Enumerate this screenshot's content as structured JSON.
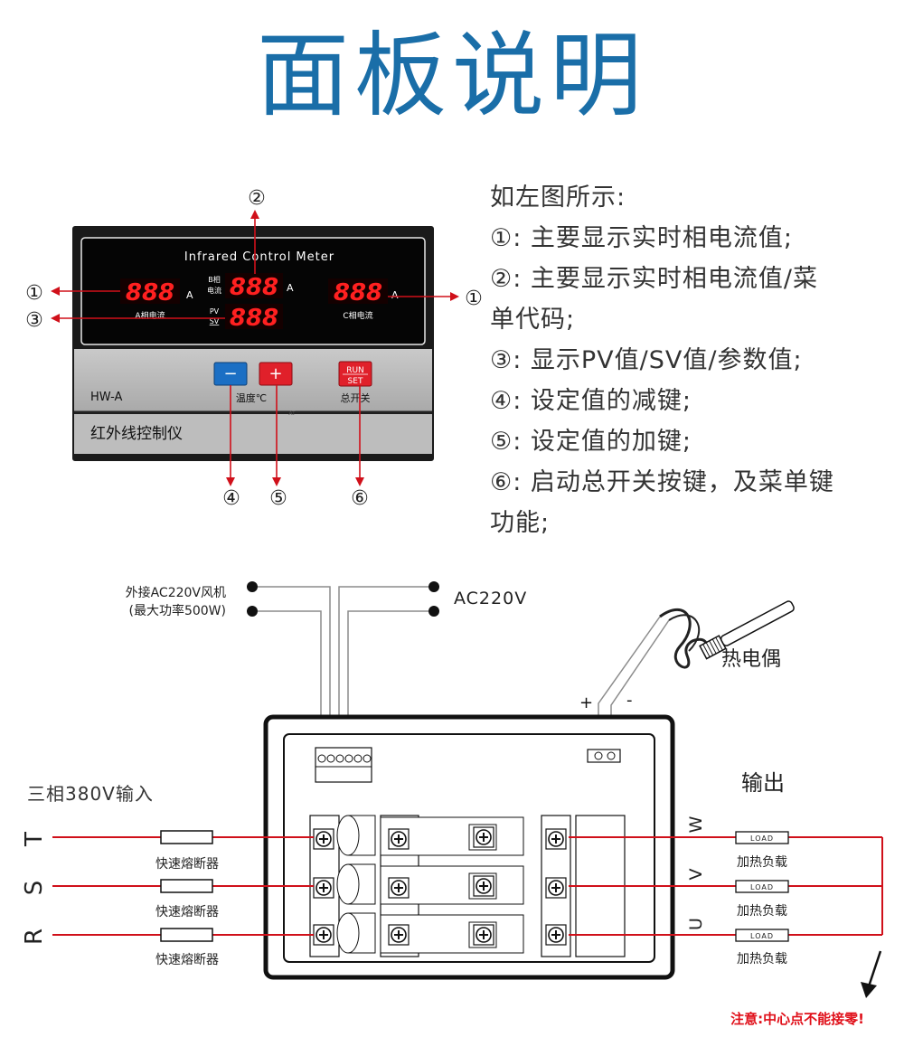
{
  "title": "面板说明",
  "panel": {
    "meter_title": "Infrared Control Meter",
    "seg_a": "888",
    "seg_b": "888",
    "seg_pv": "888",
    "seg_c": "888",
    "unit_a": "A",
    "label_a": "A相电流",
    "label_b1": "B相",
    "label_b2": "电流",
    "label_pv": "PV",
    "label_sv": "SV",
    "label_c": "C相电流",
    "model": "HW-A",
    "minus_btn": "−",
    "plus_btn": "+",
    "run_label": "RUN",
    "set_label": "SET",
    "temp_label": "温度℃",
    "switch_label": "总开关",
    "at_label": "AT",
    "product_name": "红外线控制仪"
  },
  "markers": {
    "m1": "①",
    "m2": "②",
    "m3": "③",
    "m4": "④",
    "m5": "⑤",
    "m6": "⑥"
  },
  "description": [
    "如左图所示:",
    "①:  主要显示实时相电流值;",
    "②:  主要显示实时相电流值/菜",
    "单代码;",
    "③:  显示PV值/SV值/参数值;",
    "④:  设定值的减键;",
    "⑤:  设定值的加键;",
    "⑥:  启动总开关按键，及菜单键",
    "功能;"
  ],
  "wiring": {
    "fan_label_1": "外接AC220V风机",
    "fan_label_2": "(最大功率500W)",
    "ac_label": "AC220V",
    "thermo_label": "热电偶",
    "plus": "+",
    "minus": "-",
    "input_label": "三相380V输入",
    "output_label": "输出",
    "phase_t": "T",
    "phase_s": "S",
    "phase_r": "R",
    "fuse_label": "快速熔断器",
    "out_w": "W",
    "out_v": "V",
    "out_u": "U",
    "load_box": "LOAD",
    "load_label": "加热负载",
    "warning": "注意:中心点不能接零!"
  },
  "colors": {
    "title": "#1a6ea8",
    "led": "#ff2020",
    "red_line": "#d0101a",
    "minus_btn": "#1b6fc4",
    "plus_btn": "#e0202a",
    "warning": "#e0101a"
  }
}
